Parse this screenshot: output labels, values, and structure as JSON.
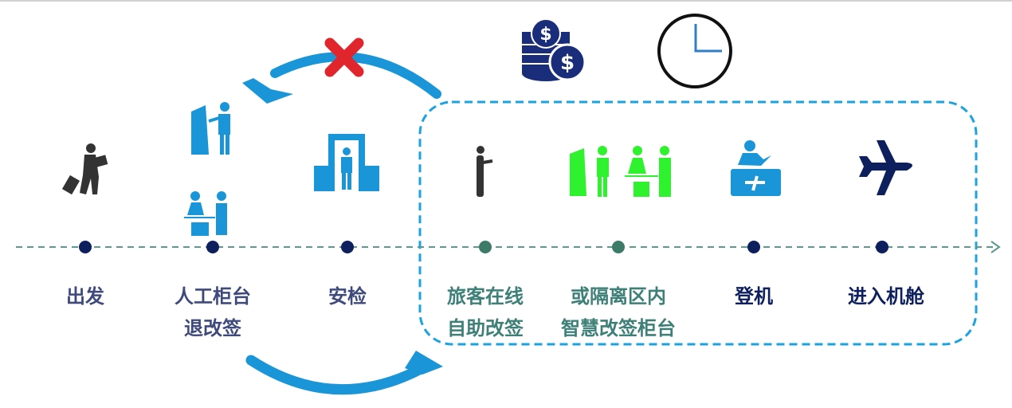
{
  "steps": [
    {
      "label_1": "出发",
      "label_2": ""
    },
    {
      "label_1": "人工柜台",
      "label_2": "退改签"
    },
    {
      "label_1": "安检",
      "label_2": ""
    },
    {
      "label_1": "旅客在线",
      "label_2": "自助改签"
    },
    {
      "label_1": "或隔离区内",
      "label_2": "智慧改签柜台"
    },
    {
      "label_1": "登机",
      "label_2": ""
    },
    {
      "label_1": "进入机舱",
      "label_2": ""
    }
  ],
  "icons": [
    "traveler-icon",
    "manual-counter-icon",
    "security-check-icon",
    "phone-user-icon",
    "smart-counter-icon",
    "boarding-desk-icon",
    "airplane-icon",
    "coins-icon",
    "clock-icon",
    "cross-icon"
  ],
  "colors": {
    "timeline": "#5a9a90",
    "blue": "#1a96d8",
    "green": "#2ef22e",
    "navy": "#0e1f5e",
    "red": "#e0262c",
    "dashed_box": "#1aa3e0"
  }
}
